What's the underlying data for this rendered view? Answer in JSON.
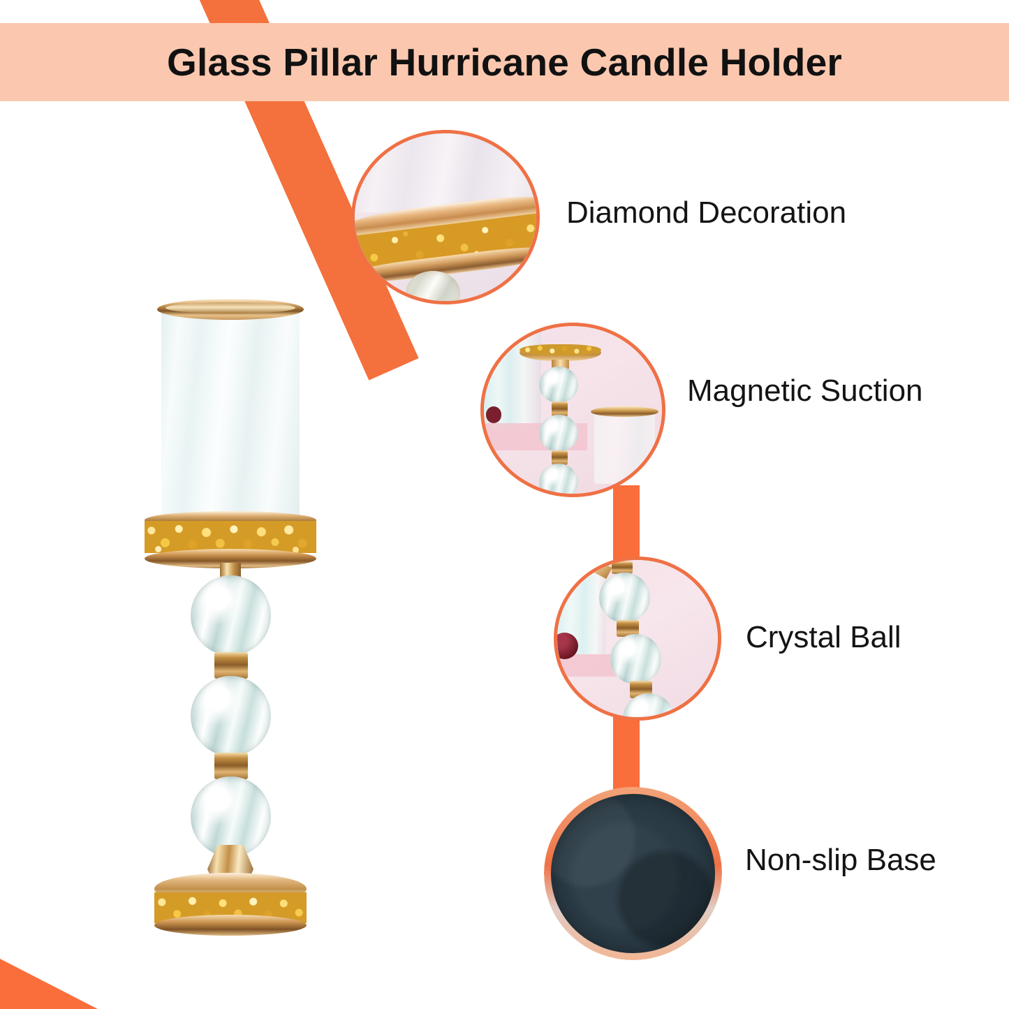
{
  "page": {
    "title": "Glass Pillar Hurricane Candle Holder",
    "type": "product-feature-infographic",
    "background_color": "#ffffff"
  },
  "banner": {
    "title": "Glass Pillar Hurricane Candle Holder",
    "background_color": "#fbc8af",
    "text_color": "#111111"
  },
  "accent": {
    "orange": "#fa6e3c",
    "orange_stripe": "#f4703c",
    "circle_border": "#ef7145",
    "gold": "#d49b26",
    "felt": "#2a3b46"
  },
  "product": {
    "name": "Glass Pillar Hurricane Candle Holder",
    "parts": [
      "glass-cylinder",
      "gold-rim",
      "diamond-glitter-band",
      "crystal-ball-stem",
      "gold-base"
    ]
  },
  "features": [
    {
      "id": "diamond-decoration",
      "label": "Diamond Decoration",
      "image_alt": "close-up of gold glitter diamond band on candle holder rim"
    },
    {
      "id": "magnetic-suction",
      "label": "Magnetic Suction",
      "image_alt": "candle holder stand with detachable glass cylinder beside it"
    },
    {
      "id": "crystal-ball",
      "label": "Crystal Ball",
      "image_alt": "close-up of three faceted crystal balls with gold collars"
    },
    {
      "id": "non-slip-base",
      "label": "Non-slip Base",
      "image_alt": "dark felt non-slip pad on underside of base"
    }
  ]
}
